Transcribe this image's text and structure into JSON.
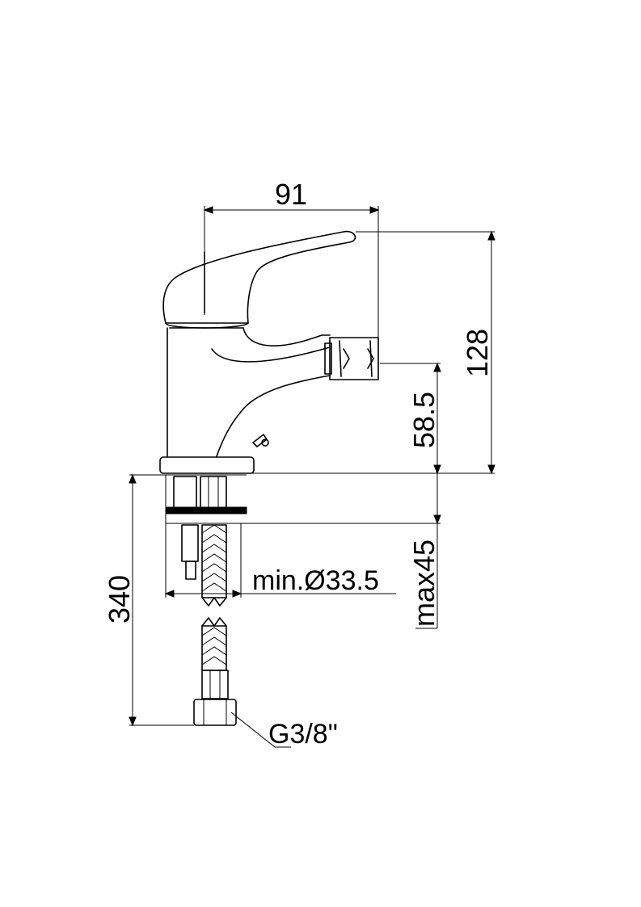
{
  "dimensions": {
    "width_top": "91",
    "height_total": "128",
    "spout_height": "58.5",
    "max_deck": "max45",
    "hole_diameter": "min.Ø33.5",
    "hose_length": "340",
    "thread": "G3/8\""
  }
}
